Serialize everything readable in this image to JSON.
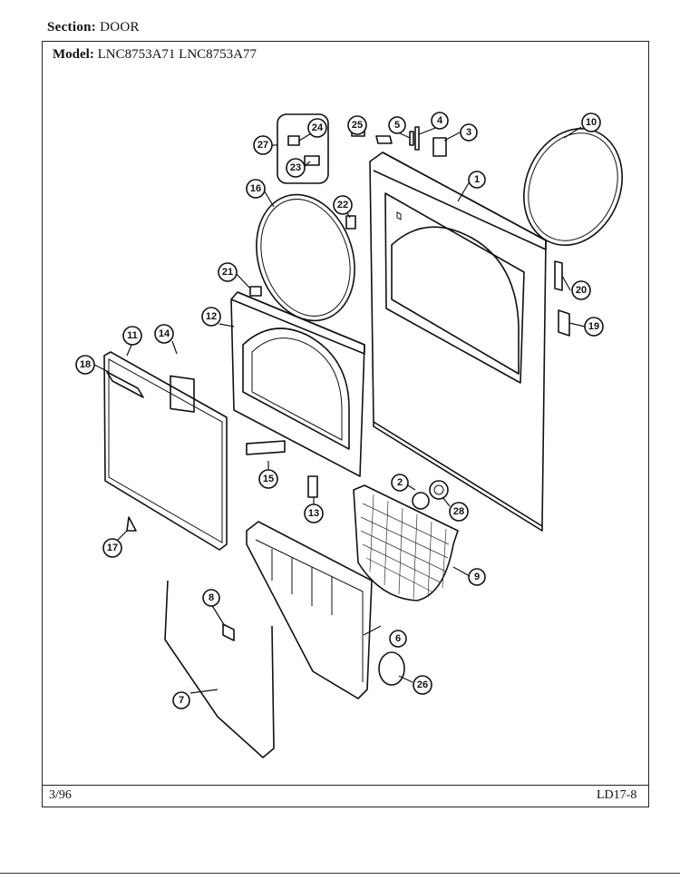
{
  "header": {
    "section_label": "Section:",
    "section_value": "DOOR",
    "model_label": "Model:",
    "model_value": "LNC8753A71 LNC8753A77"
  },
  "footer": {
    "date": "3/96",
    "code": "LD17-8"
  },
  "callouts": [
    "1",
    "2",
    "3",
    "4",
    "5",
    "6",
    "7",
    "8",
    "9",
    "10",
    "11",
    "12",
    "13",
    "14",
    "15",
    "16",
    "17",
    "18",
    "19",
    "20",
    "21",
    "22",
    "23",
    "24",
    "25",
    "26",
    "27",
    "28"
  ]
}
